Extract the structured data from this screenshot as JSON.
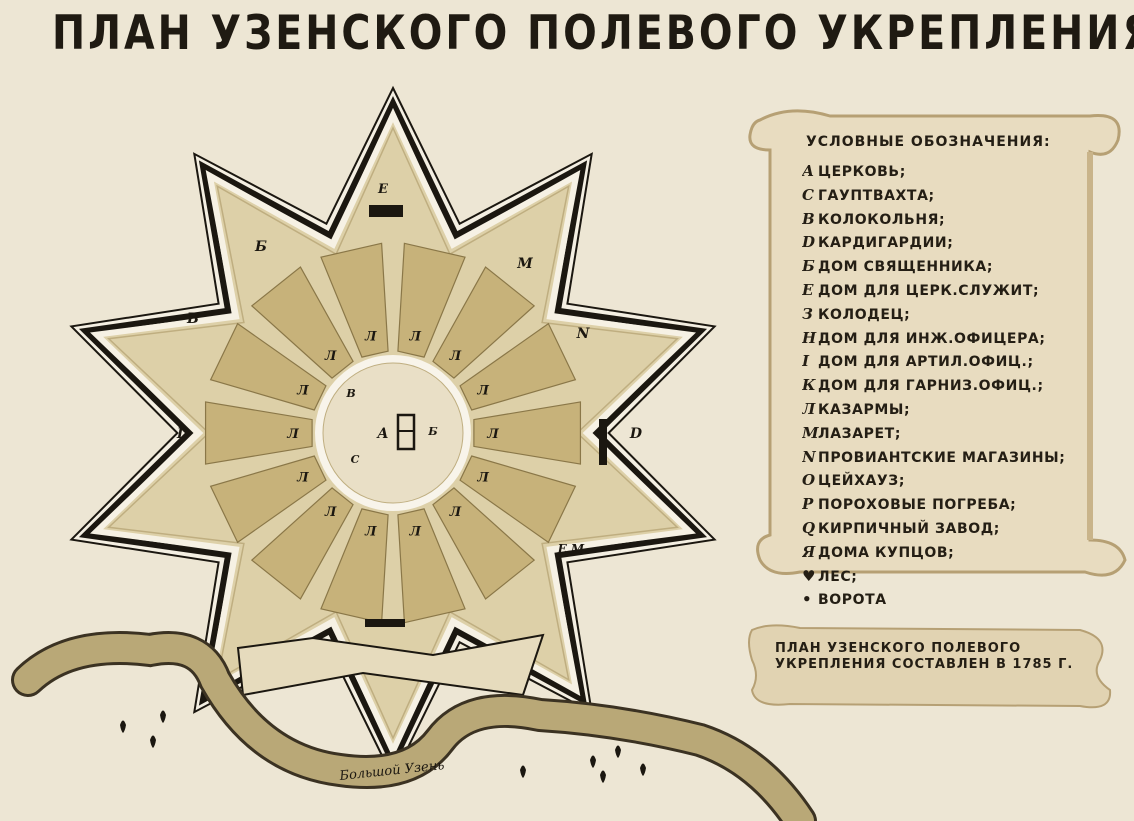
{
  "title": "ПЛАН УЗЕНСКОГО ПОЛЕВОГО УКРЕПЛЕНИЯ",
  "legend": {
    "heading": "УСЛОВНЫЕ ОБОЗНАЧЕНИЯ:",
    "items": [
      {
        "sym": "А",
        "text": "ЦЕРКОВЬ;"
      },
      {
        "sym": "С",
        "text": "ГАУПТВАХТА;"
      },
      {
        "sym": "В",
        "text": "КОЛОКОЛЬНЯ;"
      },
      {
        "sym": "D",
        "text": "КАРДИГАРДИИ;"
      },
      {
        "sym": "Б",
        "text": "ДОМ СВЯЩЕННИКА;"
      },
      {
        "sym": "Е",
        "text": "ДОМ ДЛЯ ЦЕРК.СЛУЖИТ;"
      },
      {
        "sym": "З",
        "text": "КОЛОДЕЦ;"
      },
      {
        "sym": "Н",
        "text": "ДОМ ДЛЯ ИНЖ.ОФИЦЕРА;"
      },
      {
        "sym": "I",
        "text": "ДОМ ДЛЯ АРТИЛ.ОФИЦ.;"
      },
      {
        "sym": "К",
        "text": "ДОМ ДЛЯ ГАРНИЗ.ОФИЦ.;"
      },
      {
        "sym": "Л",
        "text": "КАЗАРМЫ;"
      },
      {
        "sym": "М",
        "text": "ЛАЗАРЕТ;"
      },
      {
        "sym": "N",
        "text": "ПРОВИАНТСКИЕ МАГАЗИНЫ;"
      },
      {
        "sym": "О",
        "text": "ЦЕЙХАУЗ;"
      },
      {
        "sym": "Р",
        "text": "ПОРОХОВЫЕ ПОГРЕБА;"
      },
      {
        "sym": "Q",
        "text": "КИРПИЧНЫЙ ЗАВОД;"
      },
      {
        "sym": "Я",
        "text": "ДОМА КУПЦОВ;"
      },
      {
        "sym": "♥",
        "text": "ЛЕС;"
      },
      {
        "sym": "•",
        "text": "ВОРОТА"
      }
    ]
  },
  "note": "ПЛАН УЗЕНСКОГО ПОЛЕВОГО УКРЕПЛЕНИЯ СОСТАВЛЕН В 1785 Г.",
  "river_label": "Большой Узень",
  "map_labels": {
    "church": "А",
    "bell": "В",
    "guard": "С",
    "house": "Б",
    "barracks": "Л",
    "lazaret": "М",
    "provision": "N",
    "gate_a": "Е",
    "gate_b": "D",
    "em": "Е.М."
  },
  "colors": {
    "paper": "#ede6d4",
    "fort": "#ddd0a8",
    "barrack": "#c7b27a",
    "river": "#b9a877",
    "ink": "#1b1710",
    "scroll": "#d9c8a4"
  }
}
